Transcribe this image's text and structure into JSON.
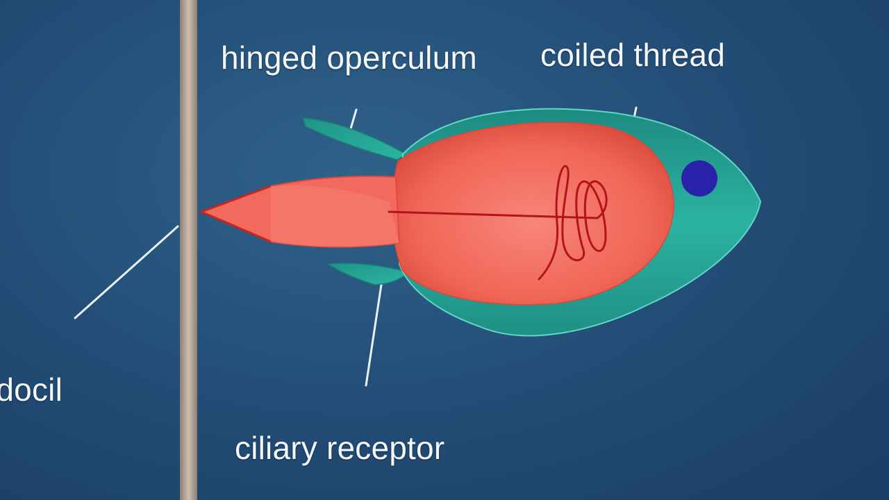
{
  "labels": {
    "hinged_operculum": "hinged operculum",
    "coiled_thread": "coiled thread",
    "ciliary_receptor": "ciliary receptor",
    "cnidocil": "cnidocil"
  },
  "colors": {
    "background": "#244f78",
    "capsule_outer": "#2aa89a",
    "capsule_inner": "#f26a5e",
    "thread": "#b3141c",
    "nucleus": "#2a22a8",
    "wall": "#b9a89a",
    "pointer": "#e8f2f7"
  }
}
